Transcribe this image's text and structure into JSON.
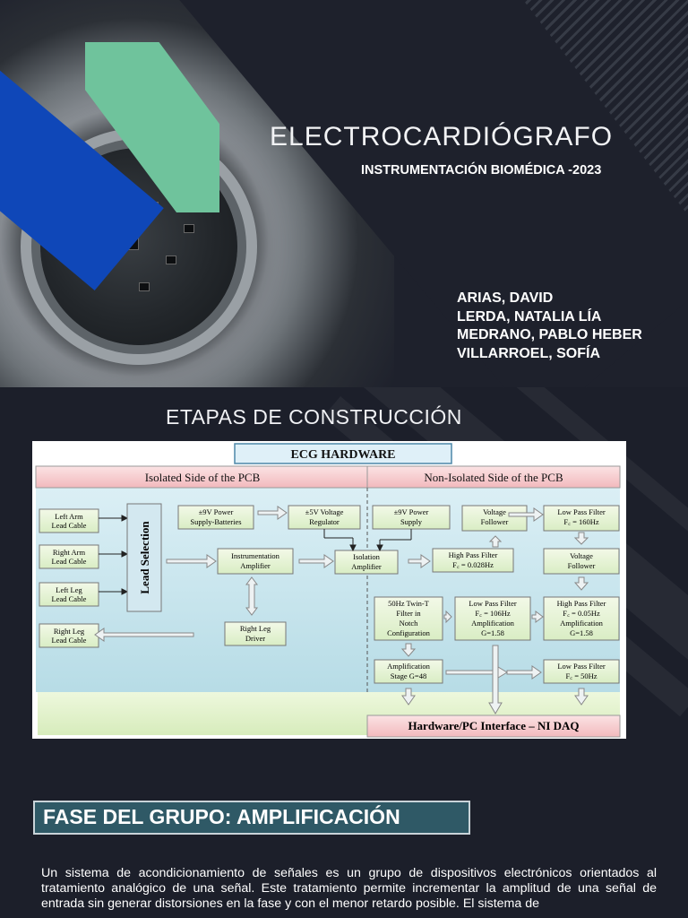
{
  "header": {
    "title": "ELECTROCARDIÓGRAFO",
    "subtitle": "INSTRUMENTACIÓN BIOMÉDICA -2023",
    "authors": [
      "ARIAS, DAVID",
      "LERDA, NATALIA LÍA",
      "MEDRANO, PABLO HEBER",
      "VILLARROEL, SOFÍA"
    ]
  },
  "section": {
    "title": "ETAPAS DE CONSTRUCCIÓN"
  },
  "diagram": {
    "title": "ECG HARDWARE",
    "isolated_header": "Isolated Side of the PCB",
    "nonisolated_header": "Non-Isolated Side of the PCB",
    "left_arm": [
      "Left Arm",
      "Lead Cable"
    ],
    "right_arm": [
      "Right Arm",
      "Lead Cable"
    ],
    "left_leg": [
      "Left Leg",
      "Lead Cable"
    ],
    "right_leg": [
      "Right Leg",
      "Lead Cable"
    ],
    "lead_selection": "Lead Selection",
    "power_batteries": [
      "±9V Power",
      "Supply-Batteries"
    ],
    "regulator": [
      "±5V Voltage",
      "Regulator"
    ],
    "inst_amp": [
      "Instrumentation",
      "Amplifier"
    ],
    "rl_driver": [
      "Right Leg",
      "Driver"
    ],
    "iso_amp": [
      "Isolation",
      "Amplifier"
    ],
    "power_supply": [
      "±9V Power",
      "Supply"
    ],
    "follower1": [
      "Voltage",
      "Follower"
    ],
    "lpf1": [
      "Low Pass Filter",
      "F꜀ = 160Hz"
    ],
    "hpf1": [
      "High Pass Filter",
      "F꜀ = 0.028Hz"
    ],
    "follower2": [
      "Voltage",
      "Follower"
    ],
    "twin_t": [
      "50Hz Twin-T",
      "Filter in",
      "Notch",
      "Configuration"
    ],
    "lpf2": [
      "Low Pass Filter",
      "F꜀ = 106Hz",
      "Amplification",
      "G=1.58"
    ],
    "hpf2": [
      "High Pass Filter",
      "F꜀ = 0.05Hz",
      "Amplification",
      "G=1.58"
    ],
    "amp_stage": [
      "Amplification",
      "Stage G=48"
    ],
    "lpf3": [
      "Low Pass Filter",
      "F꜀ = 50Hz"
    ],
    "interface": "Hardware/PC Interface – NI DAQ"
  },
  "phase": {
    "title": "FASE DEL GRUPO: AMPLIFICACIÓN",
    "text": "Un sistema de acondicionamiento de señales es un grupo de dispositivos electrónicos orientados al tratamiento analógico de una señal. Este tratamiento permite incrementar la amplitud de una señal de entrada sin generar distorsiones en la fase y con el menor retardo posible. El sistema de"
  },
  "colors": {
    "accent_blue": "#0f47b8",
    "accent_green": "#6fc39c",
    "background": "#1c1f2a",
    "phase_box": "#2f5966"
  }
}
